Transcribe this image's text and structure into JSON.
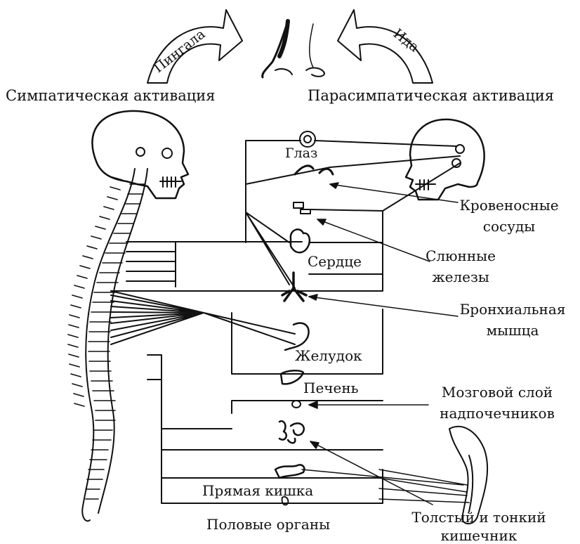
{
  "top": {
    "pingala": "Пингала",
    "ida": "Ида",
    "sympathetic": "Симпатическая активация",
    "parasympathetic": "Парасимпатическая активация"
  },
  "organs": {
    "eye": "Глаз",
    "heart": "Сердце",
    "stomach": "Желудок",
    "liver": "Печень",
    "rectum": "Прямая кишка",
    "genitals": "Половые органы"
  },
  "callouts": {
    "vessels_1": "Кровеносные",
    "vessels_2": "сосуды",
    "salivary_1": "Слюнные",
    "salivary_2": "железы",
    "bronchial_1": "Бронхиальная",
    "bronchial_2": "мышца",
    "adrenal_1": "Мозговой слой",
    "adrenal_2": "надпочечников",
    "intestine_1": "Толстый и тонкий",
    "intestine_2": "кишечник"
  },
  "colors": {
    "ink": "#111111",
    "background": "#ffffff"
  }
}
